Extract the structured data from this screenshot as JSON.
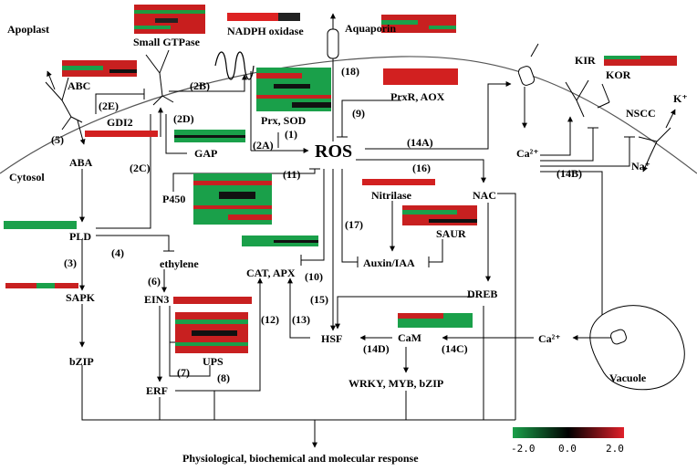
{
  "compartments": {
    "apoplast": "Apoplast",
    "cytosol": "Cytosol",
    "vacuole": "Vacuole"
  },
  "nodes": {
    "small_gtpase": "Small GTPase",
    "nadph_oxidase": "NADPH oxidase",
    "aquaporin": "Aquaporin",
    "abc": "ABC",
    "gdi2": "GDI2",
    "prxr_aox": "PrxR, AOX",
    "prx_sod": "Prx, SOD",
    "ros": "ROS",
    "gap": "GAP",
    "aba": "ABA",
    "p450": "P450",
    "pld": "PLD",
    "ethylene": "ethylene",
    "ein3": "EIN3",
    "sapk": "SAPK",
    "bzip": "bZIP",
    "erf": "ERF",
    "ups": "UPS",
    "cat_apx": "CAT, APX",
    "nitrilase": "Nitrilase",
    "saur": "SAUR",
    "auxin_iaa": "Auxin/IAA",
    "nac": "NAC",
    "dreb": "DREB",
    "hsf": "HSF",
    "cam": "CaM",
    "wrky": "WRKY, MYB, bZIP",
    "kir": "KIR",
    "kor": "KOR",
    "nscc": "NSCC",
    "k_plus": "K⁺",
    "na_plus": "Na⁺",
    "ca_cyt": "Ca²⁺",
    "ca_vac": "Ca²⁺",
    "response": "Physiological, biochemical and molecular response"
  },
  "steps": {
    "s1": "(1)",
    "s2a": "(2A)",
    "s2b": "(2B)",
    "s2c": "(2C)",
    "s2d": "(2D)",
    "s2e": "(2E)",
    "s3": "(3)",
    "s4": "(4)",
    "s5": "(5)",
    "s6": "(6)",
    "s7": "(7)",
    "s8": "(8)",
    "s9": "(9)",
    "s10": "(10)",
    "s11": "(11)",
    "s12": "(12)",
    "s13": "(13)",
    "s14a": "(14A)",
    "s14b": "(14B)",
    "s14c": "(14C)",
    "s14d": "(14D)",
    "s15": "(15)",
    "s16": "(16)",
    "s17": "(17)",
    "s18": "(18)"
  },
  "color_scale": {
    "min_label": "-2.0",
    "mid_label": "0.0",
    "max_label": "2.0",
    "colors": [
      "#1aa04a",
      "#000000",
      "#e0202a"
    ]
  }
}
